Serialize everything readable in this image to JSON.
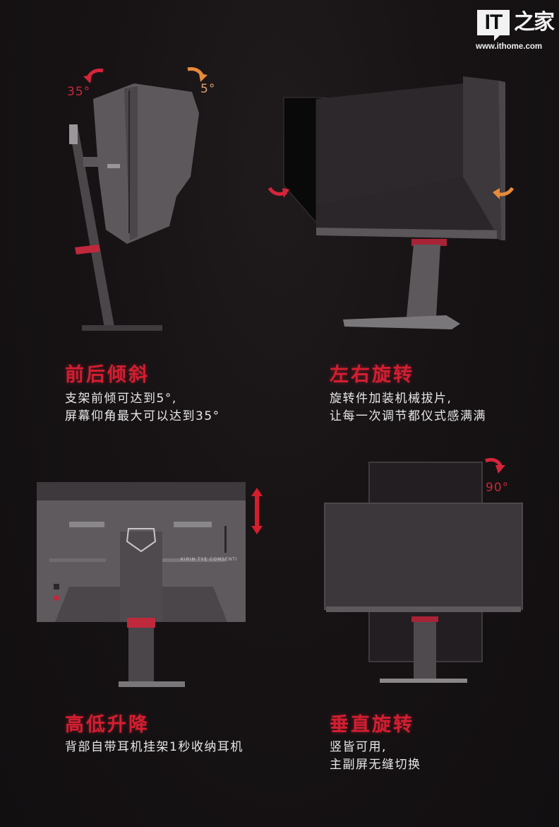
{
  "logo": {
    "it_text": "IT",
    "cn_text": "之家",
    "url": "www.ithome.com"
  },
  "colors": {
    "background": "#151214",
    "accent_red": "#d41e31",
    "accent_orange": "#e88a3a",
    "monitor_gray": "#5a565a",
    "text_white": "#e8e8e8"
  },
  "features": [
    {
      "title": "前后倾斜",
      "lines": [
        "支架前倾可达到5°,",
        "屏幕仰角最大可以达到35°"
      ],
      "angles": {
        "back": "35°",
        "front": "5°"
      },
      "icon": "tilt-arrows-icon"
    },
    {
      "title": "左右旋转",
      "lines": [
        "旋转件加装机械拔片,",
        "让每一次调节都仪式感满满"
      ],
      "icon": "swivel-arrows-icon"
    },
    {
      "title": "高低升降",
      "lines": [
        "背部自带耳机挂架1秒收纳耳机"
      ],
      "back_label": "KIRIN TYE COMSENTI",
      "icon": "height-adjust-arrow-icon"
    },
    {
      "title": "垂直旋转",
      "lines": [
        "竖皆可用,",
        "主副屏无缝切换"
      ],
      "angles": {
        "pivot": "90°"
      },
      "icon": "pivot-arrow-icon"
    }
  ]
}
